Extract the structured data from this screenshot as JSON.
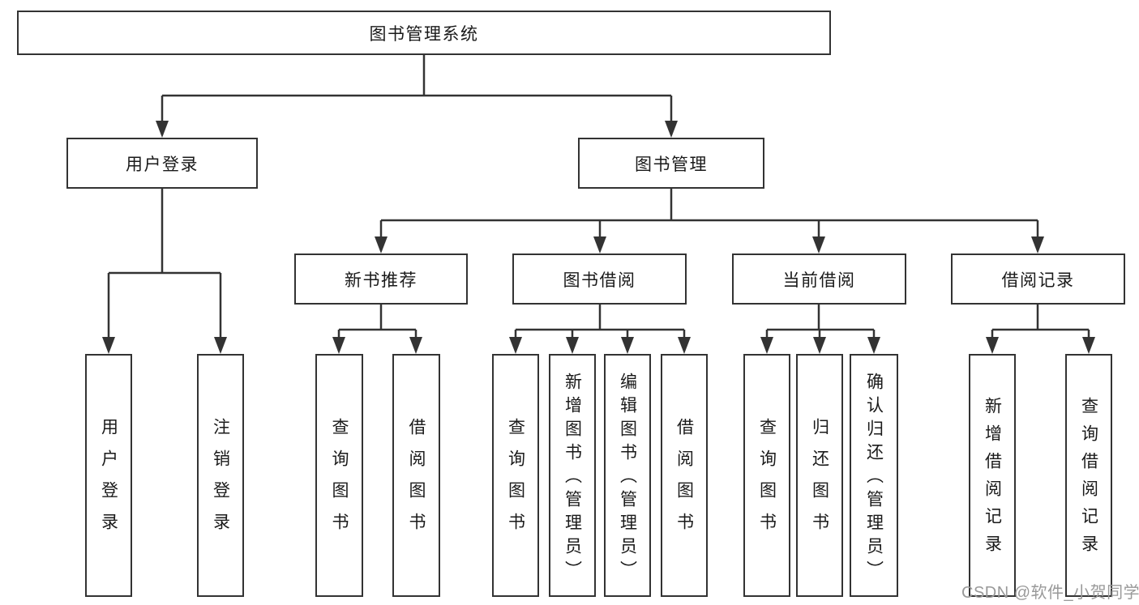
{
  "diagram": {
    "nodes": {
      "root": {
        "label": "图书管理系统"
      },
      "user_login": {
        "label": "用户登录",
        "children": [
          {
            "label": "用户登录"
          },
          {
            "label": "注销登录"
          }
        ]
      },
      "book_mgmt": {
        "label": "图书管理",
        "children": [
          {
            "label": "新书推荐",
            "children": [
              {
                "label": "查询图书"
              },
              {
                "label": "借阅图书"
              }
            ]
          },
          {
            "label": "图书借阅",
            "children": [
              {
                "label": "查询图书"
              },
              {
                "label": "新增图书（管理员）"
              },
              {
                "label": "编辑图书（管理员）"
              },
              {
                "label": "借阅图书"
              }
            ]
          },
          {
            "label": "当前借阅",
            "children": [
              {
                "label": "查询图书"
              },
              {
                "label": "归还图书"
              },
              {
                "label": "确认归还（管理员）"
              }
            ]
          },
          {
            "label": "借阅记录",
            "children": [
              {
                "label": "新增借阅记录"
              },
              {
                "label": "查询借阅记录"
              }
            ]
          }
        ]
      }
    },
    "colors": {
      "line": "#333333",
      "box_border": "#333333",
      "text": "#1a1a1a",
      "background": "#ffffff"
    },
    "watermark": {
      "text": "CSDN @软件_小贺同学",
      "color": "#999999"
    }
  }
}
